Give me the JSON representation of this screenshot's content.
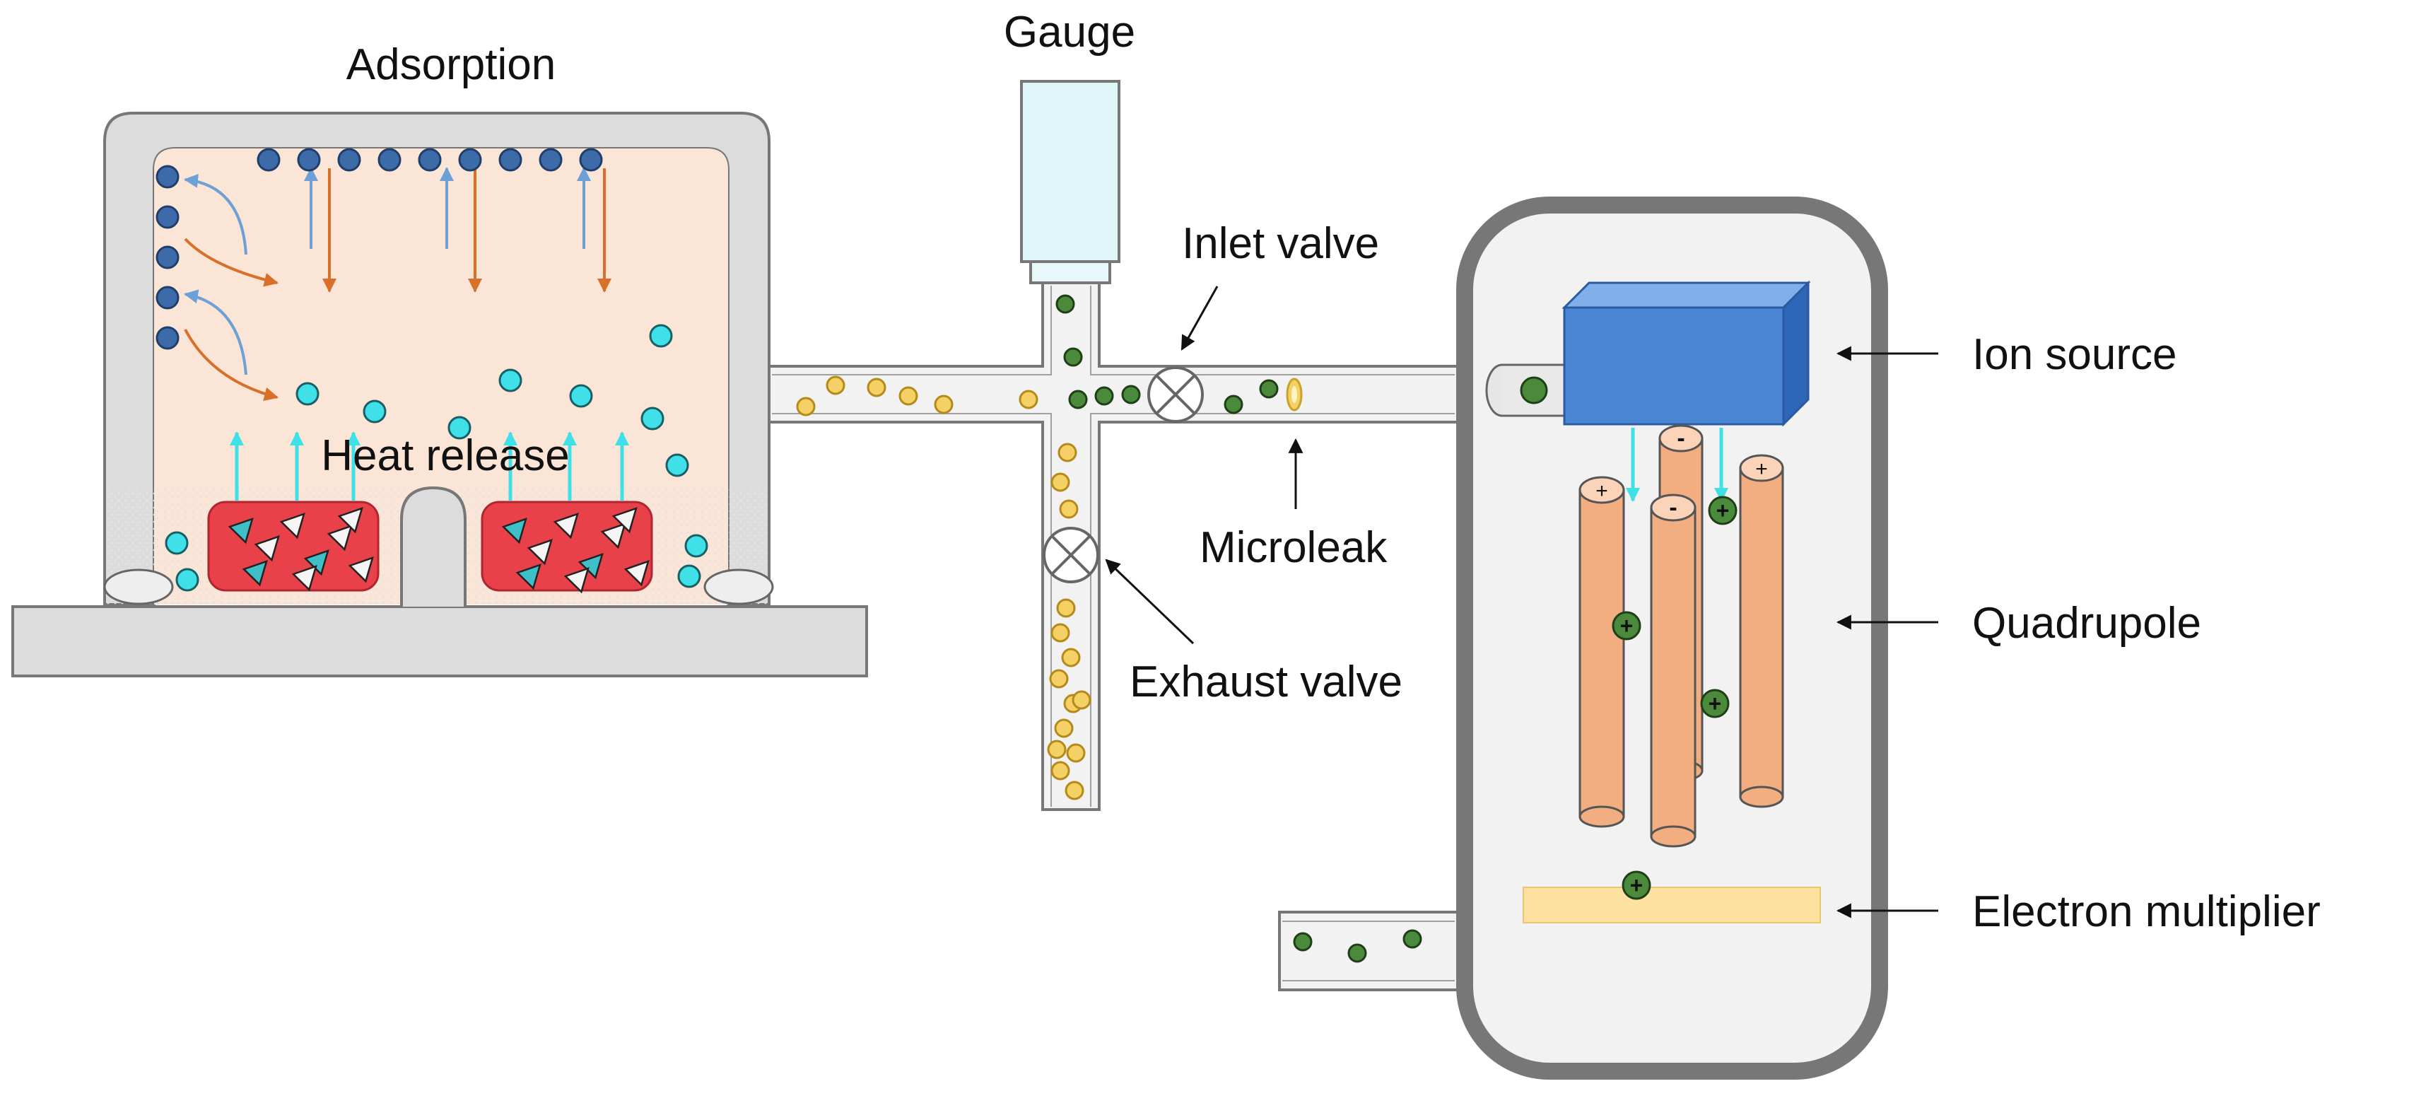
{
  "labels": {
    "adsorption": "Adsorption",
    "heat_release": "Heat release",
    "gauge": "Gauge",
    "inlet_valve": "Inlet valve",
    "microleak": "Microleak",
    "exhaust_valve": "Exhaust valve",
    "ion_source": "Ion source",
    "quadrupole": "Quadrupole",
    "electron_multiplier": "Electron multiplier"
  },
  "rod_polarity": {
    "front_left": "+",
    "back": "-",
    "front_middle": "-",
    "right": "+"
  },
  "ion_symbol": "+",
  "colors": {
    "chamber_wall": "#dcdcdc",
    "chamber_outline": "#777777",
    "chamber_interior": "#fbe5d6",
    "adsorbed_molecule": "#3d6aa8",
    "desorbed_molecule": "#40e0e8",
    "gas_molecule": "#f4d065",
    "ion": "#4a8a3a",
    "heater": "#e8414a",
    "gauge_body": "#dff6f9",
    "ion_source": "#4a86d4",
    "quadrupole_rod": "#f2ad80",
    "electron_multiplier": "#fce1a0",
    "up_arrow": "#40e0e8",
    "adsorb_arrow": "#6ea0d8",
    "desorb_arrow": "#d8702a"
  }
}
